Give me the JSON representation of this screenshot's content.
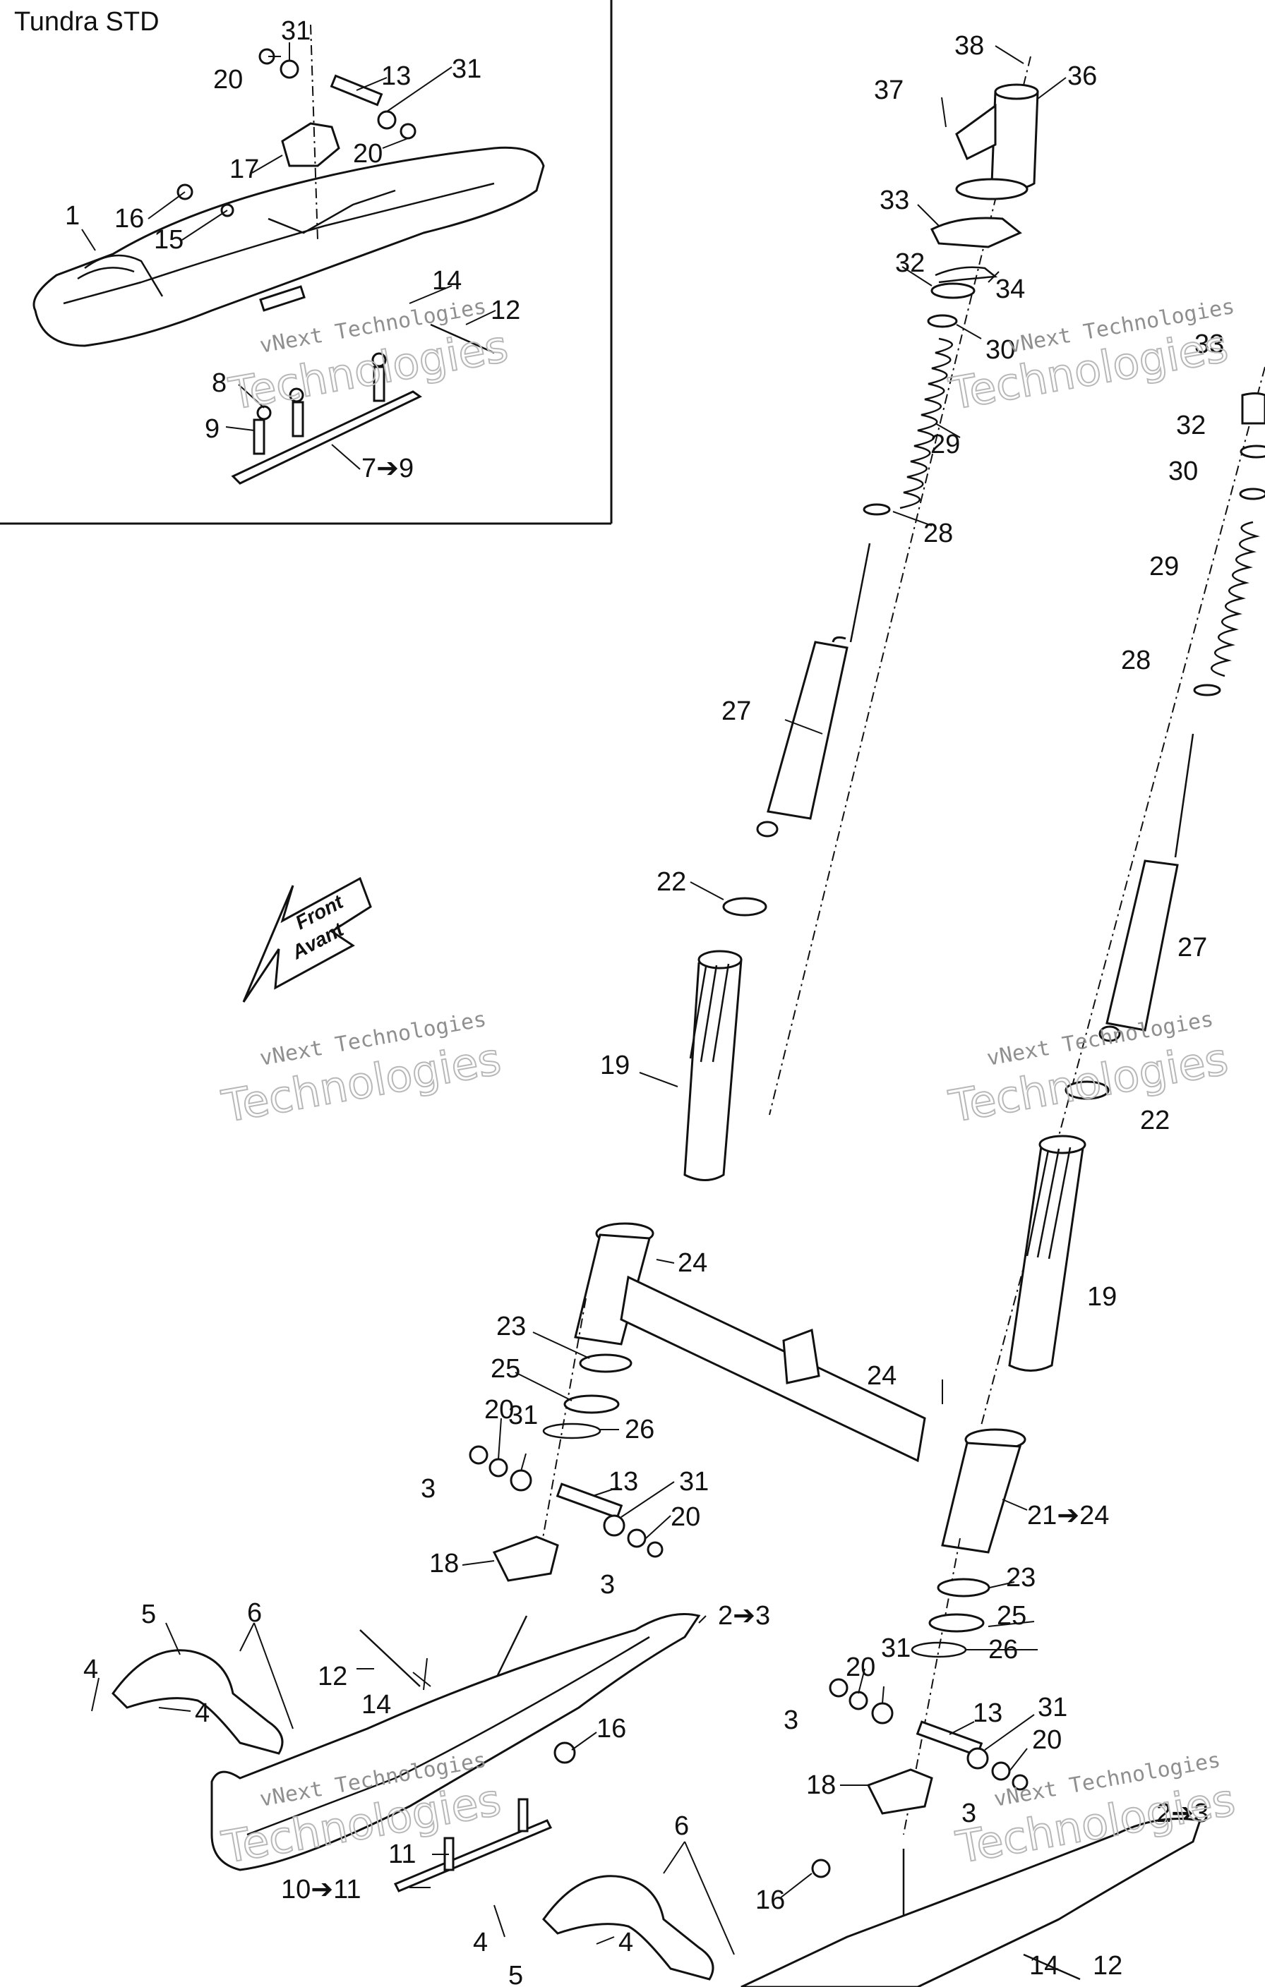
{
  "inset": {
    "title": "Tundra STD"
  },
  "arrow": {
    "line1": "Front",
    "line2": "Avant"
  },
  "watermark": {
    "line1": "vNext Technologies",
    "line2": "Technologies"
  },
  "inset_callouts": [
    "1",
    "7➔9",
    "8",
    "9",
    "12",
    "13",
    "14",
    "15",
    "16",
    "17",
    "20",
    "20",
    "31",
    "31"
  ],
  "main_callouts": [
    "2➔3",
    "2➔3",
    "3",
    "3",
    "3",
    "3",
    "4",
    "4",
    "4",
    "4",
    "5",
    "5",
    "6",
    "6",
    "10➔11",
    "11",
    "12",
    "12",
    "13",
    "13",
    "14",
    "14",
    "16",
    "16",
    "18",
    "18",
    "19",
    "19",
    "20",
    "20",
    "20",
    "20",
    "21➔24",
    "22",
    "22",
    "23",
    "23",
    "24",
    "24",
    "25",
    "25",
    "26",
    "26",
    "27",
    "27",
    "28",
    "28",
    "29",
    "29",
    "30",
    "30",
    "31",
    "31",
    "31",
    "31",
    "32",
    "32",
    "33",
    "33",
    "34",
    "36",
    "37",
    "38"
  ]
}
